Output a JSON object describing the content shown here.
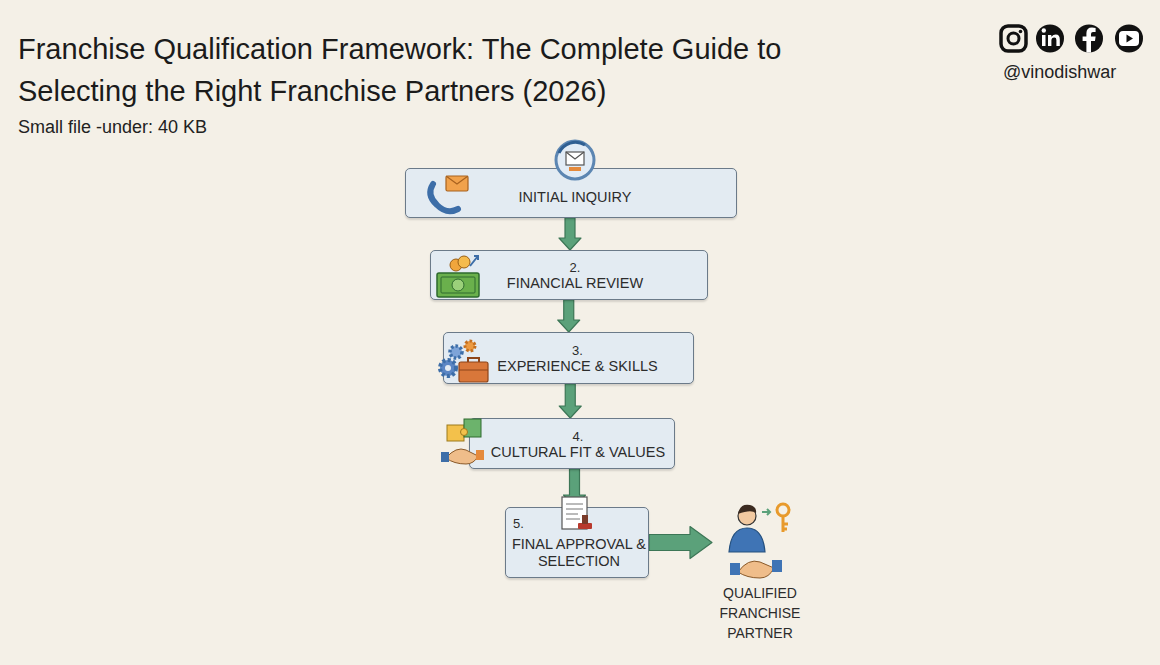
{
  "diagram": {
    "title": "Franchise Qualification Framework: The Complete Guide to Selecting the Right Franchise Partners (2026)",
    "nodes": [
      {
        "text": [
          "INITIAL INQUIRY"
        ]
      },
      {
        "text": [
          "2.",
          "FINANCIAL REVIEW"
        ]
      },
      {
        "text": [
          "3.",
          "EXPERIENCE & SKILLS"
        ]
      },
      {
        "text": [
          "4.",
          "CULTURAL FIT & VALUES"
        ]
      },
      {
        "text": [
          "5.",
          "FINAL APPROVAL & SELECTION"
        ]
      },
      {
        "text": [
          "QUALIFIED FRANCHISE PARTNER"
        ]
      }
    ],
    "edges": [
      {
        "from": 0,
        "to": 1,
        "arrow": "to"
      },
      {
        "from": 1,
        "to": 2,
        "arrow": "to"
      },
      {
        "from": 2,
        "to": 3,
        "arrow": "to"
      },
      {
        "from": 3,
        "to": 4,
        "arrow": "to"
      },
      {
        "from": 4,
        "to": 5,
        "arrow": "to"
      }
    ],
    "labels": [
      "Small file -under: 40 KB",
      "@vinodishwar"
    ]
  }
}
